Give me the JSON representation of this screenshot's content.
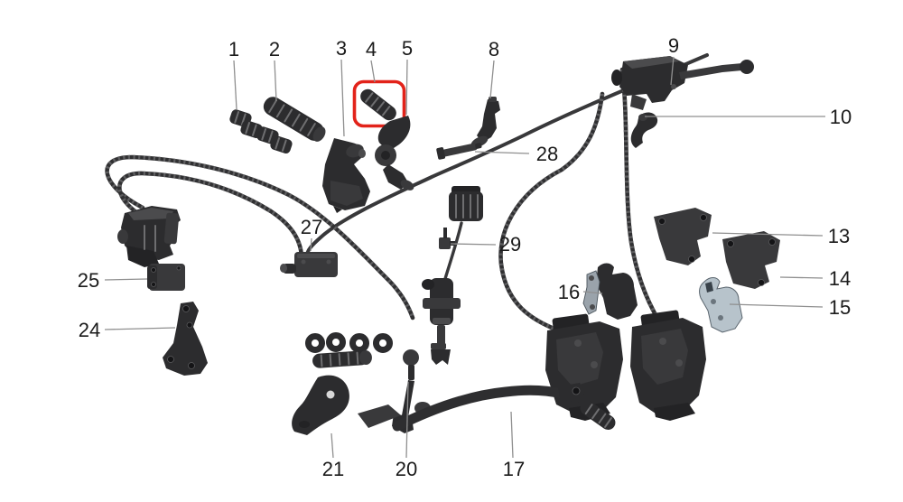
{
  "diagram": {
    "type": "exploded-parts-diagram",
    "subject": "motorcycle brake and foot-control system parts schematic",
    "background": "#ffffff",
    "highlight": {
      "part_number": "4",
      "color": "#e2231a",
      "shape": "rounded-rectangle",
      "part": "footpeg-rubber"
    },
    "colors": {
      "part_dark": "#2c2c2e",
      "part_mid": "#39393b",
      "brake_pad_light": "#b7c3cb",
      "leader_line": "#8f8f8f",
      "label_text": "#1b1b1b"
    },
    "labels": [
      {
        "num": "1",
        "part": "rubber-caps-set"
      },
      {
        "num": "2",
        "part": "grip-rubber"
      },
      {
        "num": "3",
        "part": "mount-bracket"
      },
      {
        "num": "4",
        "part": "footpeg-rubber-highlighted"
      },
      {
        "num": "5",
        "part": "pivot-lever"
      },
      {
        "num": "8",
        "part": "guide-bracket"
      },
      {
        "num": "9",
        "part": "front-master-cylinder-with-lever"
      },
      {
        "num": "10",
        "part": "clamp-bracket"
      },
      {
        "num": "13",
        "part": "caliper-mounting-plate-a"
      },
      {
        "num": "14",
        "part": "caliper-mounting-plate-b"
      },
      {
        "num": "15",
        "part": "brake-pad-set-light"
      },
      {
        "num": "16",
        "part": "brake-pad-set"
      },
      {
        "num": "17",
        "part": "rear-brake-pedal"
      },
      {
        "num": "20",
        "part": "brake-rod-linkage"
      },
      {
        "num": "21",
        "part": "heel-guard"
      },
      {
        "num": "24",
        "part": "support-bracket"
      },
      {
        "num": "25",
        "part": "mounting-plate"
      },
      {
        "num": "27",
        "part": "hose-junction-block"
      },
      {
        "num": "28",
        "part": "pin-bolt"
      },
      {
        "num": "29",
        "part": "hose-fitting"
      }
    ]
  }
}
